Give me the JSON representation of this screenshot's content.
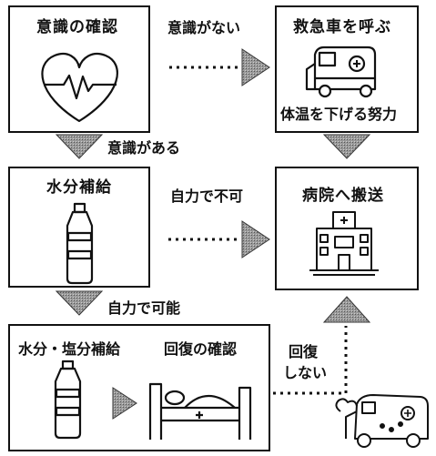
{
  "boxes": {
    "consciousness_check": "意識の確認",
    "call_ambulance": "救急車を呼ぶ",
    "lower_temp": "体温を下げる努力",
    "hydration": "水分補給",
    "transport_hospital": "病院へ搬送",
    "water_salt": "水分・塩分補給",
    "recovery_check": "回復の確認"
  },
  "labels": {
    "unconscious": "意識がない",
    "conscious": "意識がある",
    "cannot_self": "自力で不可",
    "can_self": "自力で可能",
    "not_recovered_1": "回復",
    "not_recovered_2": "しない"
  }
}
